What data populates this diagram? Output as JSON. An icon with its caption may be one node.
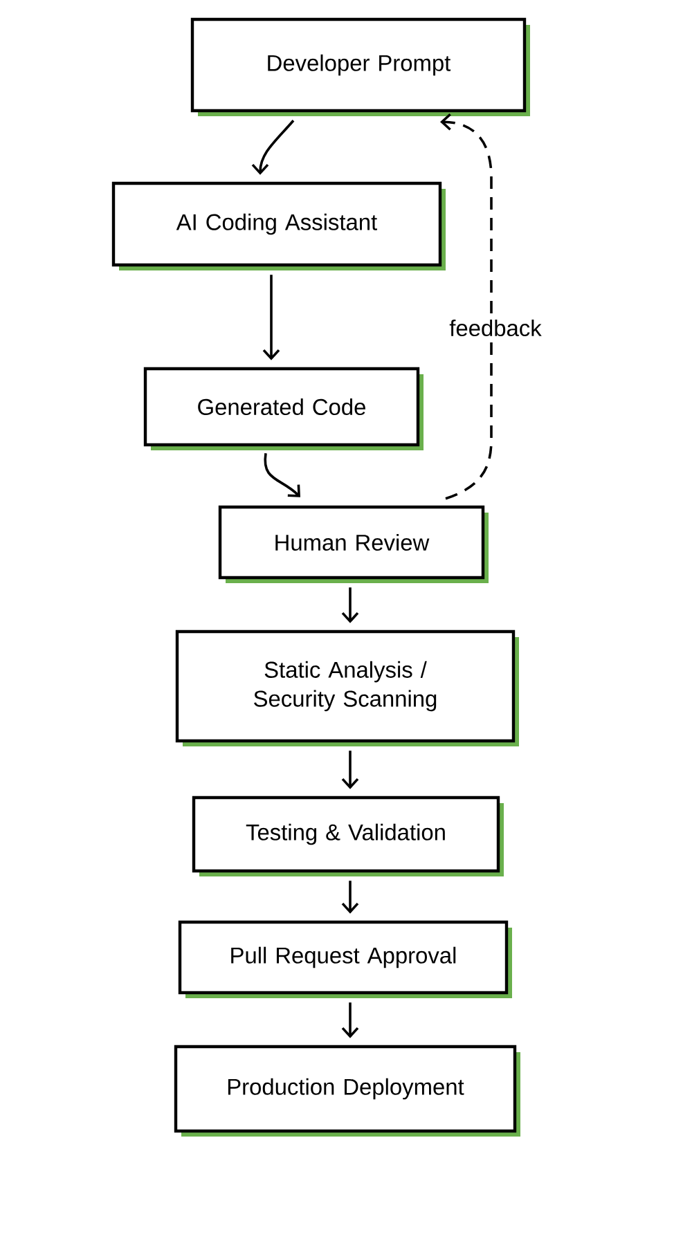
{
  "diagram": {
    "nodes": [
      {
        "text": [
          "Developer Prompt"
        ]
      },
      {
        "text": [
          "AI Coding Assistant"
        ]
      },
      {
        "text": [
          "Generated Code"
        ]
      },
      {
        "text": [
          "Human Review"
        ]
      },
      {
        "text": [
          "Static Analysis / Security Scanning"
        ]
      },
      {
        "text": [
          "Testing & Validation"
        ]
      },
      {
        "text": [
          "Pull Request Approval"
        ]
      },
      {
        "text": [
          "Production Deployment"
        ]
      }
    ],
    "edges": [
      {
        "from": 0,
        "to": 1,
        "arrow": "to"
      },
      {
        "from": 1,
        "to": 2,
        "arrow": "to"
      },
      {
        "from": 2,
        "to": 3,
        "arrow": "to"
      },
      {
        "from": 3,
        "to": 0,
        "arrow": "to",
        "label": "feedback",
        "style": "dashed"
      },
      {
        "from": 3,
        "to": 4,
        "arrow": "to"
      },
      {
        "from": 4,
        "to": 5,
        "arrow": "to"
      },
      {
        "from": 5,
        "to": 6,
        "arrow": "to"
      },
      {
        "from": 6,
        "to": 7,
        "arrow": "to"
      }
    ]
  }
}
